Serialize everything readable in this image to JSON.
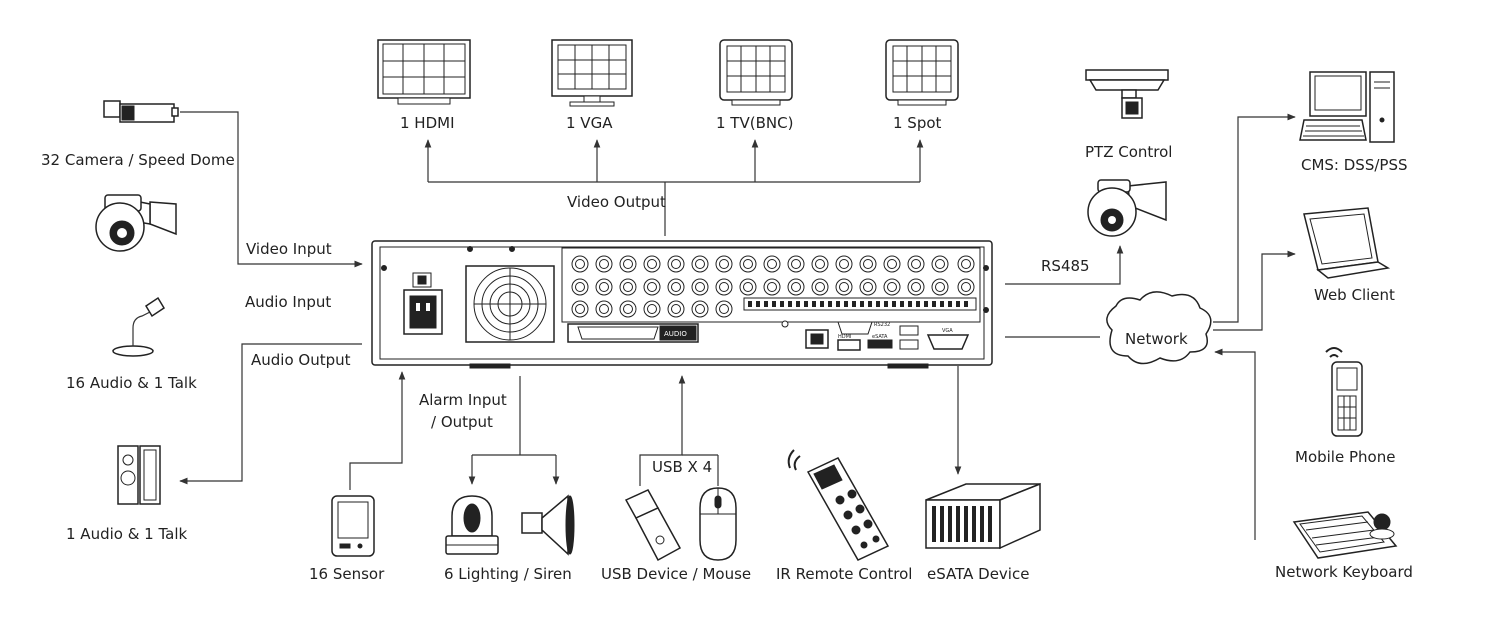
{
  "labels": {
    "camera": "32 Camera / Speed Dome",
    "video_input": "Video  Input",
    "audio_input": "Audio  Input",
    "audio_output": "Audio  Output",
    "audio_talk_16": "16 Audio & 1 Talk",
    "audio_talk_1": "1 Audio & 1 Talk",
    "hdmi": "1 HDMI",
    "vga": "1 VGA",
    "tv_bnc": "1 TV(BNC)",
    "spot": "1 Spot",
    "video_output": "Video Output",
    "ptz_control": "PTZ Control",
    "rs485": "RS485",
    "network": "Network",
    "cms": "CMS: DSS/PSS",
    "web_client": "Web Client",
    "mobile_phone": "Mobile Phone",
    "network_keyboard": "Network Keyboard",
    "alarm_io_line1": "Alarm Input",
    "alarm_io_line2": "/ Output",
    "usb_x4": "USB X 4",
    "sensor": "16 Sensor",
    "lighting_siren": "6 Lighting / Siren",
    "usb_device_mouse": "USB Device / Mouse",
    "ir_remote": "IR Remote Control",
    "esata_device": "eSATA Device"
  },
  "dvr_panel": {
    "audio_label": "AUDIO",
    "hdmi_label": "HDMI",
    "esata_label": "eSATA",
    "rs232_label": "RS232",
    "vga_label": "VGA"
  }
}
